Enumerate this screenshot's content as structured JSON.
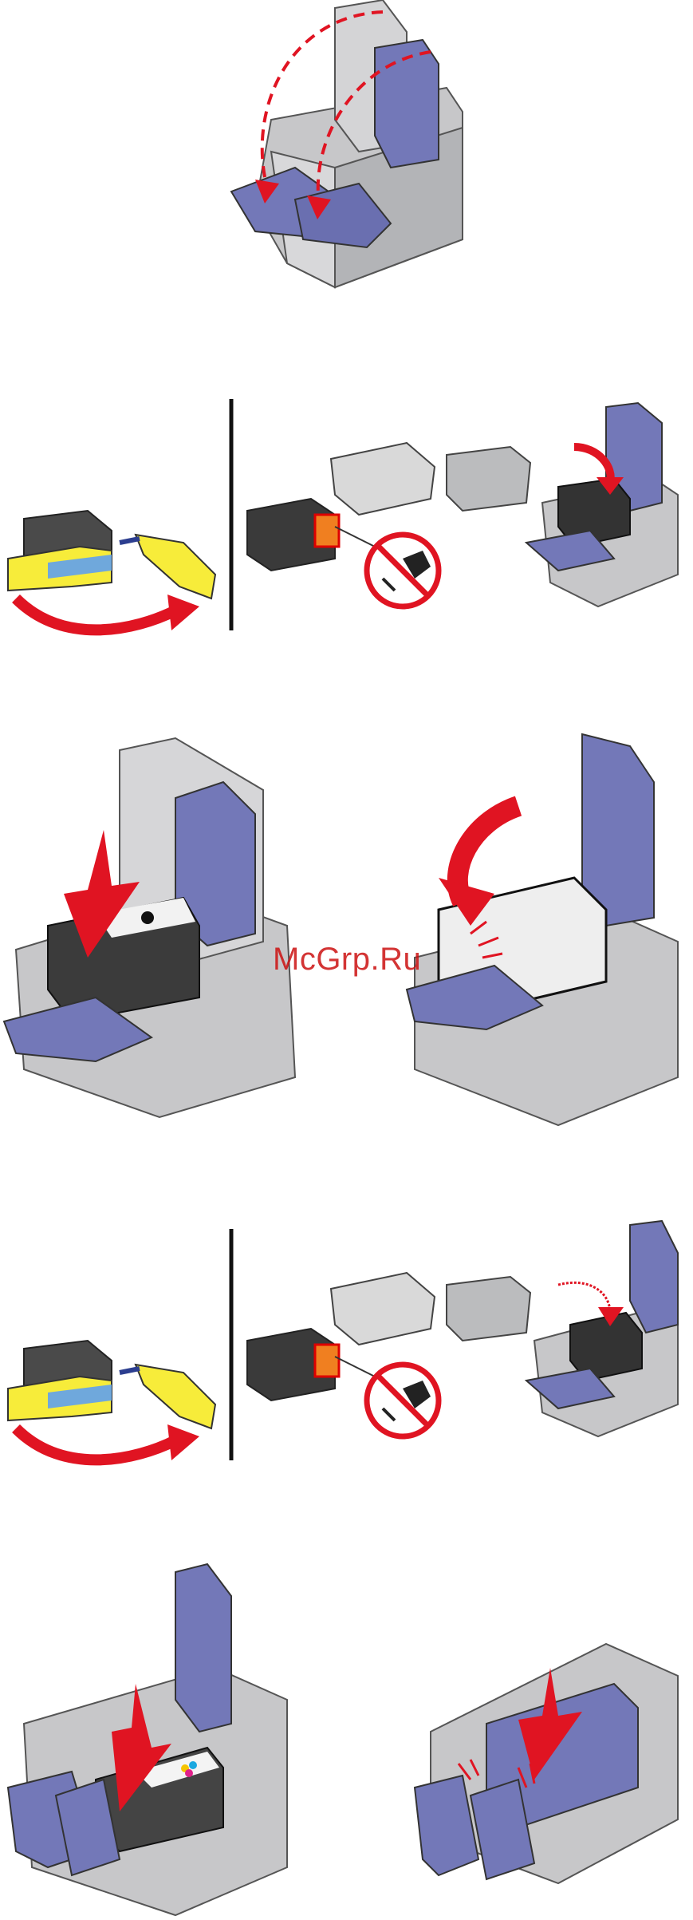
{
  "document": {
    "watermark": "McGrp.Ru",
    "illustrations": [
      {
        "id": "step-1",
        "description_icon": "printer-carriage-lids-close-icon"
      },
      {
        "id": "step-2",
        "description_icon": "remove-tape-black-cartridge-icon"
      },
      {
        "id": "step-3",
        "description_icon": "insert-black-cartridge-icon"
      },
      {
        "id": "step-4",
        "description_icon": "remove-tape-color-cartridge-icon"
      },
      {
        "id": "step-5",
        "description_icon": "insert-color-cartridge-icon"
      }
    ]
  },
  "colors": {
    "arrow_red": "#e01422",
    "lid_blue": "#7378b8",
    "lid_blue_dark": "#4a4f8f",
    "carriage_gray": "#c7c7c9",
    "carriage_dark": "#8d8e92",
    "cartridge_black": "#333333",
    "tape_yellow": "#f7ec3a"
  }
}
